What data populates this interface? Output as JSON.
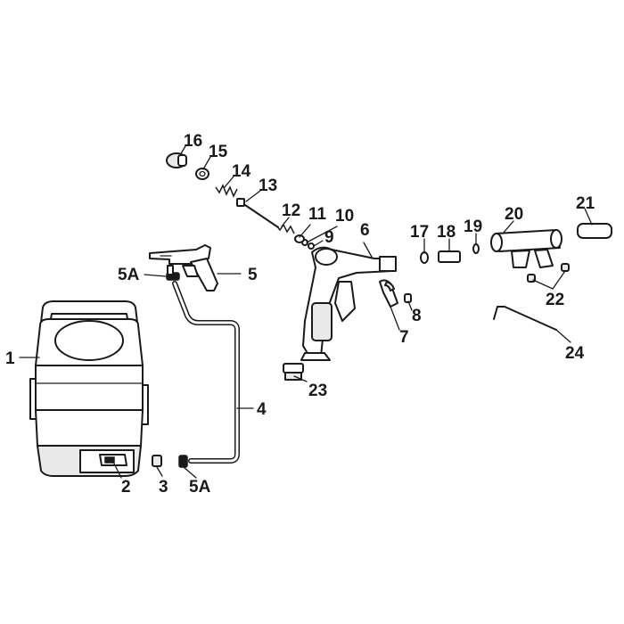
{
  "callouts": {
    "c1": "1",
    "c2": "2",
    "c3": "3",
    "c4": "4",
    "c5": "5",
    "c5a_top": "5A",
    "c5a_bottom": "5A",
    "c6": "6",
    "c7": "7",
    "c8": "8",
    "c9": "9",
    "c10": "10",
    "c11": "11",
    "c12": "12",
    "c13": "13",
    "c14": "14",
    "c15": "15",
    "c16": "16",
    "c17": "17",
    "c18": "18",
    "c19": "19",
    "c20": "20",
    "c21": "21",
    "c22": "22",
    "c23": "23",
    "c24": "24"
  },
  "colors": {
    "ink": "#1a1a1a",
    "background": "#ffffff",
    "shade": "#e9e9e9"
  }
}
